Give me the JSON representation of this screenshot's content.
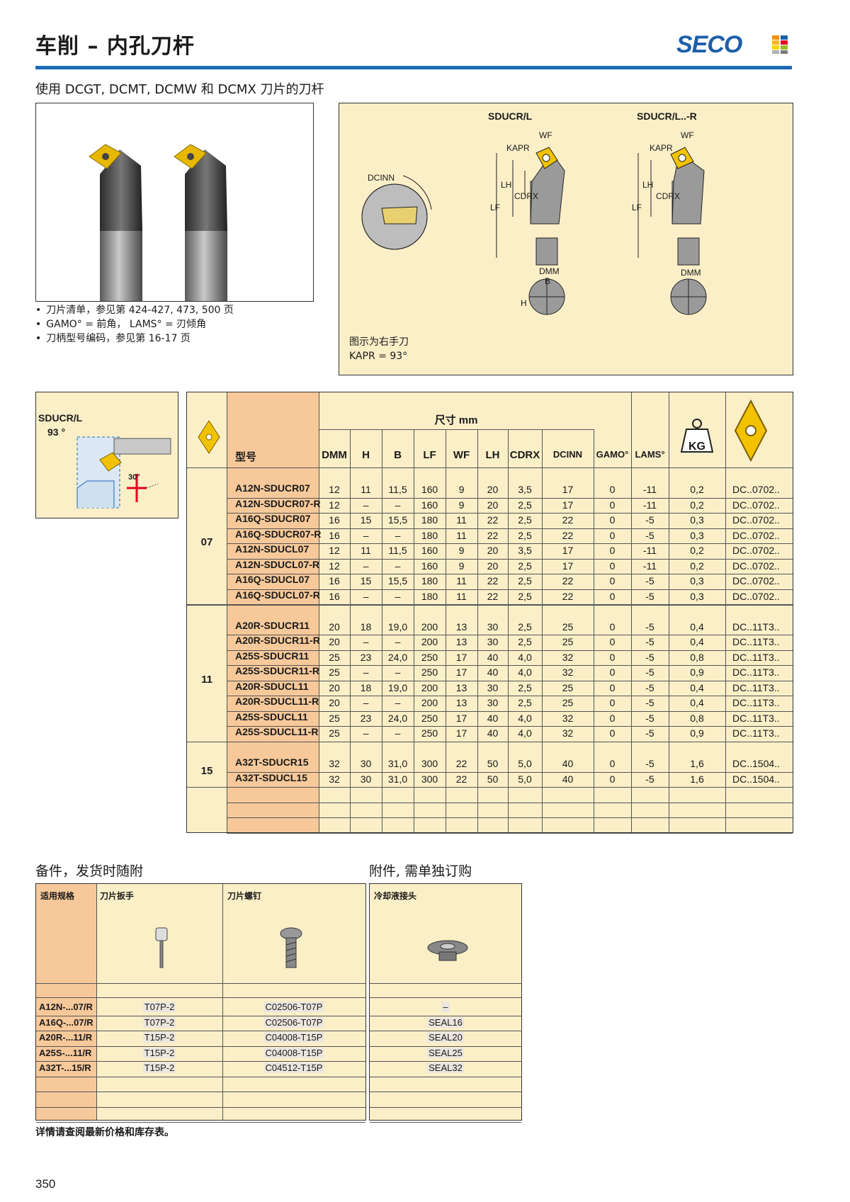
{
  "header": {
    "title": "车削 – 内孔刀杆",
    "brand": "SECO",
    "subtitle": "使用 DCGT, DCMT, DCMW 和 DCMX 刀片的刀杆"
  },
  "bullets": [
    "刀片清单，参见第 424-427, 473, 500 页",
    "GAMO° = 前角， LAMS° = 刃倾角",
    "刀柄型号编码，参见第 16-17 页"
  ],
  "diagram": {
    "left_title": "SDUCR/L",
    "right_title": "SDUCR/L..-R",
    "labels": {
      "wf": "WF",
      "kapr": "KAPR",
      "lh": "LH",
      "lf": "LF",
      "cdrx": "CDRX",
      "dcinn": "DCINN",
      "dmm": "DMM",
      "b": "B",
      "h": "H"
    },
    "note_line1": "图示为右手刀",
    "note_line2": "KAPR = 93°"
  },
  "small_box": {
    "code": "SDUCR/L",
    "angle": "93 °",
    "angle30": "30°"
  },
  "spec_table": {
    "dim_header": "尺寸 mm",
    "model_header": "型号",
    "columns": [
      "DMM",
      "H",
      "B",
      "LF",
      "WF",
      "LH",
      "CDRX",
      "DCINN",
      "GAMO°",
      "LAMS°"
    ],
    "weight_label": "KG",
    "groups": [
      {
        "label": "07",
        "rows": [
          [
            "A12N-SDUCR07",
            "12",
            "11",
            "11,5",
            "160",
            "9",
            "20",
            "3,5",
            "17",
            "0",
            "-11",
            "0,2",
            "DC..0702.."
          ],
          [
            "A12N-SDUCR07-R",
            "12",
            "–",
            "–",
            "160",
            "9",
            "20",
            "2,5",
            "17",
            "0",
            "-11",
            "0,2",
            "DC..0702.."
          ],
          [
            "A16Q-SDUCR07",
            "16",
            "15",
            "15,5",
            "180",
            "11",
            "22",
            "2,5",
            "22",
            "0",
            "-5",
            "0,3",
            "DC..0702.."
          ],
          [
            "A16Q-SDUCR07-R",
            "16",
            "–",
            "–",
            "180",
            "11",
            "22",
            "2,5",
            "22",
            "0",
            "-5",
            "0,3",
            "DC..0702.."
          ],
          [
            "A12N-SDUCL07",
            "12",
            "11",
            "11,5",
            "160",
            "9",
            "20",
            "3,5",
            "17",
            "0",
            "-11",
            "0,2",
            "DC..0702.."
          ],
          [
            "A12N-SDUCL07-R",
            "12",
            "–",
            "–",
            "160",
            "9",
            "20",
            "2,5",
            "17",
            "0",
            "-11",
            "0,2",
            "DC..0702.."
          ],
          [
            "A16Q-SDUCL07",
            "16",
            "15",
            "15,5",
            "180",
            "11",
            "22",
            "2,5",
            "22",
            "0",
            "-5",
            "0,3",
            "DC..0702.."
          ],
          [
            "A16Q-SDUCL07-R",
            "16",
            "–",
            "–",
            "180",
            "11",
            "22",
            "2,5",
            "22",
            "0",
            "-5",
            "0,3",
            "DC..0702.."
          ]
        ]
      },
      {
        "label": "11",
        "rows": [
          [
            "A20R-SDUCR11",
            "20",
            "18",
            "19,0",
            "200",
            "13",
            "30",
            "2,5",
            "25",
            "0",
            "-5",
            "0,4",
            "DC..11T3.."
          ],
          [
            "A20R-SDUCR11-R",
            "20",
            "–",
            "–",
            "200",
            "13",
            "30",
            "2,5",
            "25",
            "0",
            "-5",
            "0,4",
            "DC..11T3.."
          ],
          [
            "A25S-SDUCR11",
            "25",
            "23",
            "24,0",
            "250",
            "17",
            "40",
            "4,0",
            "32",
            "0",
            "-5",
            "0,8",
            "DC..11T3.."
          ],
          [
            "A25S-SDUCR11-R",
            "25",
            "–",
            "–",
            "250",
            "17",
            "40",
            "4,0",
            "32",
            "0",
            "-5",
            "0,9",
            "DC..11T3.."
          ],
          [
            "A20R-SDUCL11",
            "20",
            "18",
            "19,0",
            "200",
            "13",
            "30",
            "2,5",
            "25",
            "0",
            "-5",
            "0,4",
            "DC..11T3.."
          ],
          [
            "A20R-SDUCL11-R",
            "20",
            "–",
            "–",
            "200",
            "13",
            "30",
            "2,5",
            "25",
            "0",
            "-5",
            "0,4",
            "DC..11T3.."
          ],
          [
            "A25S-SDUCL11",
            "25",
            "23",
            "24,0",
            "250",
            "17",
            "40",
            "4,0",
            "32",
            "0",
            "-5",
            "0,8",
            "DC..11T3.."
          ],
          [
            "A25S-SDUCL11-R",
            "25",
            "–",
            "–",
            "250",
            "17",
            "40",
            "4,0",
            "32",
            "0",
            "-5",
            "0,9",
            "DC..11T3.."
          ]
        ]
      },
      {
        "label": "15",
        "rows": [
          [
            "A32T-SDUCR15",
            "32",
            "30",
            "31,0",
            "300",
            "22",
            "50",
            "5,0",
            "40",
            "0",
            "-5",
            "1,6",
            "DC..1504.."
          ],
          [
            "A32T-SDUCL15",
            "32",
            "30",
            "31,0",
            "300",
            "22",
            "50",
            "5,0",
            "40",
            "0",
            "-5",
            "1,6",
            "DC..1504.."
          ]
        ]
      }
    ]
  },
  "accessories": {
    "included_title": "备件，发货时随附",
    "optional_title": "附件, 需单独订购",
    "headers": {
      "spec": "适用规格",
      "key": "刀片扳手",
      "screw": "刀片螺钉",
      "coolant": "冷却液接头"
    },
    "rows": [
      [
        "A12N-...07/R",
        "T07P-2",
        "C02506-T07P",
        "–"
      ],
      [
        "A16Q-...07/R",
        "T07P-2",
        "C02506-T07P",
        "SEAL16"
      ],
      [
        "A20R-...11/R",
        "T15P-2",
        "C04008-T15P",
        "SEAL20"
      ],
      [
        "A25S-...11/R",
        "T15P-2",
        "C04008-T15P",
        "SEAL25"
      ],
      [
        "A32T-...15/R",
        "T15P-2",
        "C04512-T15P",
        "SEAL32"
      ]
    ]
  },
  "footer_note": "详情请查阅最新价格和库存表。",
  "page_number": "350",
  "colors": {
    "panel": "#fbefc8",
    "model_col": "#f7c99a",
    "brand_blue": "#1d5fa8",
    "insert": "#f2c200"
  }
}
